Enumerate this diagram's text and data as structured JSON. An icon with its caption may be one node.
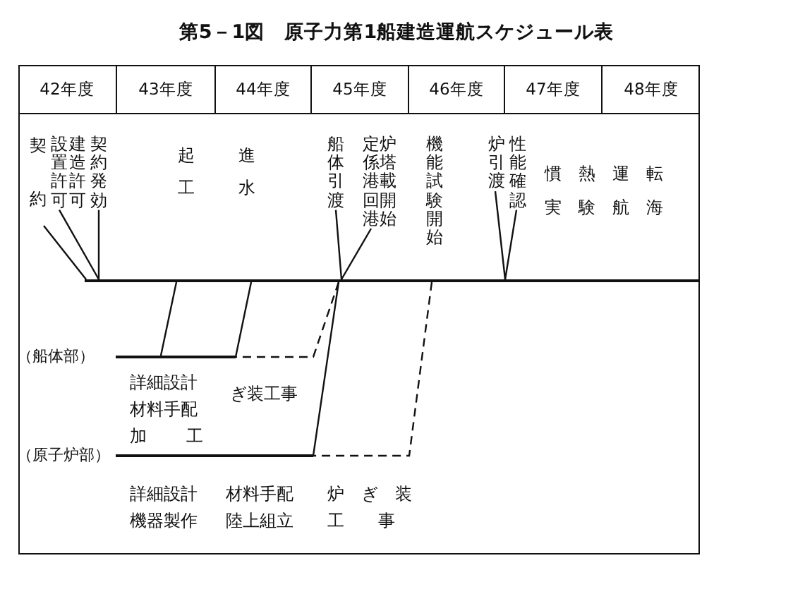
{
  "diagram": {
    "title": "第5－1図　原子力第1船建造運航スケジュール表",
    "nodes": [
      {
        "text": [
          "契約"
        ]
      },
      {
        "text": [
          "設置許可"
        ]
      },
      {
        "text": [
          "契約発効"
        ]
      },
      {
        "text": [
          "船体引渡"
        ]
      },
      {
        "text": [
          "定係港回港"
        ]
      },
      {
        "text": [
          "炉引渡"
        ]
      },
      {
        "text": [
          "性能確認"
        ]
      },
      {
        "text": [],
        "shape": "bar"
      },
      {
        "text": [],
        "shape": "bar",
        "beside": [
          "（船体部）"
        ]
      },
      {
        "text": [],
        "shape": "bar",
        "beside": [
          "（原子炉部）"
        ]
      }
    ],
    "edges": [
      {
        "from": 0,
        "to": 7,
        "arrow": "none"
      },
      {
        "from": 1,
        "to": 7,
        "arrow": "none"
      },
      {
        "from": 2,
        "to": 7,
        "arrow": "none"
      },
      {
        "from": 3,
        "to": 7,
        "arrow": "none"
      },
      {
        "from": 4,
        "to": 7,
        "arrow": "none"
      },
      {
        "from": 5,
        "to": 7,
        "arrow": "none"
      },
      {
        "from": 6,
        "to": 7,
        "arrow": "none"
      },
      {
        "from": 7,
        "to": 8,
        "arrow": "none"
      },
      {
        "from": 7,
        "to": 8,
        "arrow": "none"
      },
      {
        "from": 7,
        "to": 8,
        "arrow": "none",
        "style": "dashed"
      },
      {
        "from": 7,
        "to": 9,
        "arrow": "none"
      },
      {
        "from": 7,
        "to": 9,
        "arrow": "none",
        "style": "dashed"
      }
    ],
    "labels": [
      "42年度",
      "43年度",
      "44年度",
      "45年度",
      "46年度",
      "47年度",
      "48年度",
      "建造許可",
      "起工",
      "進水",
      "炉塔載開始",
      "機能試験開始",
      "慣熱運転",
      "実験航海",
      "詳細設計",
      "材料手配",
      "加工",
      "ぎ装工事",
      "詳細設計",
      "材料手配",
      "炉ぎ装",
      "機器製作",
      "陸上組立",
      "工事"
    ]
  }
}
